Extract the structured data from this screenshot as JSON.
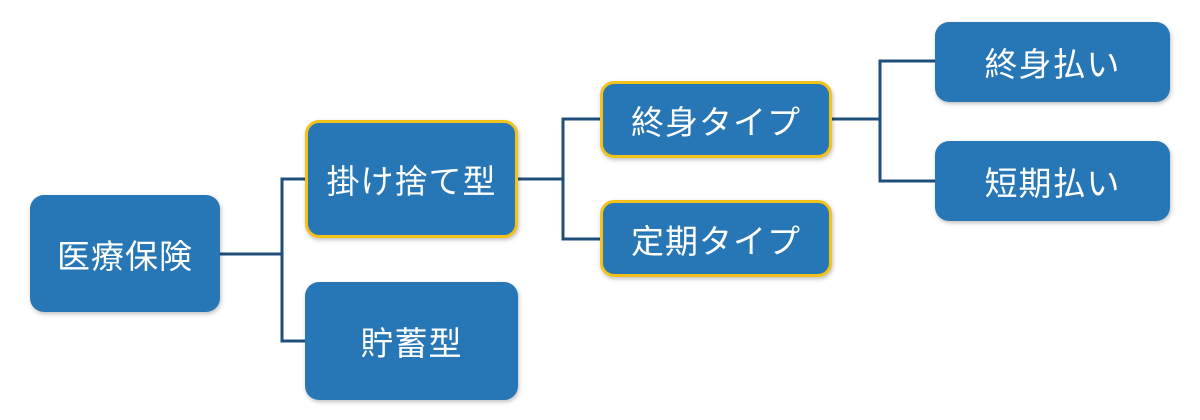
{
  "colors": {
    "node_fill": "#2777b6",
    "highlight_border": "#f2c21b",
    "connector": "#1f4e79",
    "text": "#ffffff"
  },
  "nodes": {
    "root": "医療保険",
    "kakesute": "掛け捨て型",
    "chochiku": "貯蓄型",
    "shushin_type": "終身タイプ",
    "teiki_type": "定期タイプ",
    "shushin_barai": "終身払い",
    "tanki_barai": "短期払い"
  },
  "edges": [
    [
      "root",
      "kakesute"
    ],
    [
      "root",
      "chochiku"
    ],
    [
      "kakesute",
      "shushin_type"
    ],
    [
      "kakesute",
      "teiki_type"
    ],
    [
      "shushin_type",
      "shushin_barai"
    ],
    [
      "shushin_type",
      "tanki_barai"
    ]
  ],
  "highlighted": [
    "kakesute",
    "shushin_type",
    "teiki_type"
  ]
}
